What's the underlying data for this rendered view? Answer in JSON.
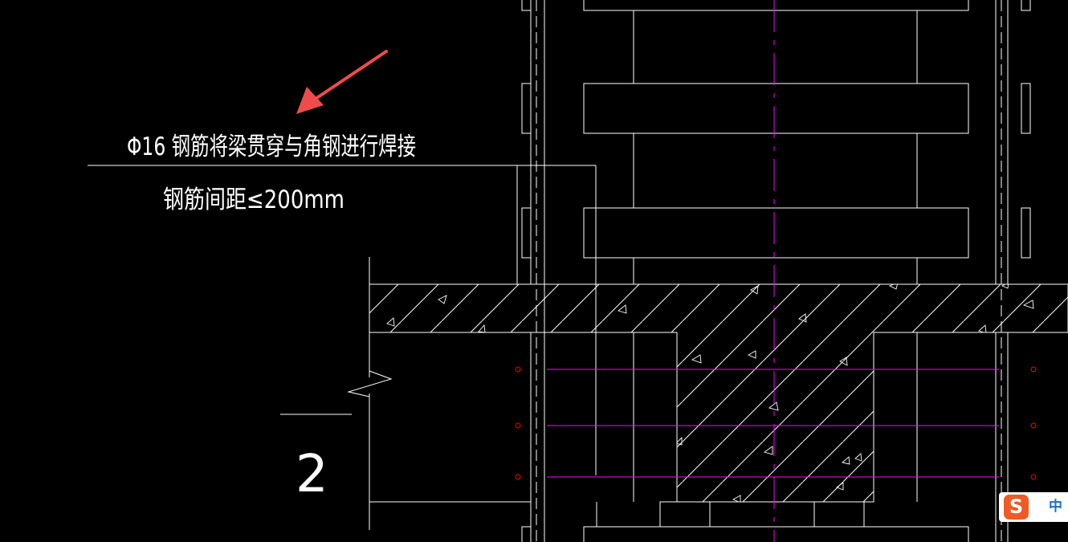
{
  "annotation": {
    "line1": "Φ16 钢筋将梁贯穿与角钢进行焊接",
    "line2": "钢筋间距≤200mm"
  },
  "section_mark": "2",
  "ime": {
    "logo": "S",
    "mode": "中"
  },
  "colors": {
    "background": "#000000",
    "lines": "#ffffff",
    "centerline": "#ff00ff",
    "rebar": "#ff0000",
    "arrow": "#f04b4b"
  }
}
